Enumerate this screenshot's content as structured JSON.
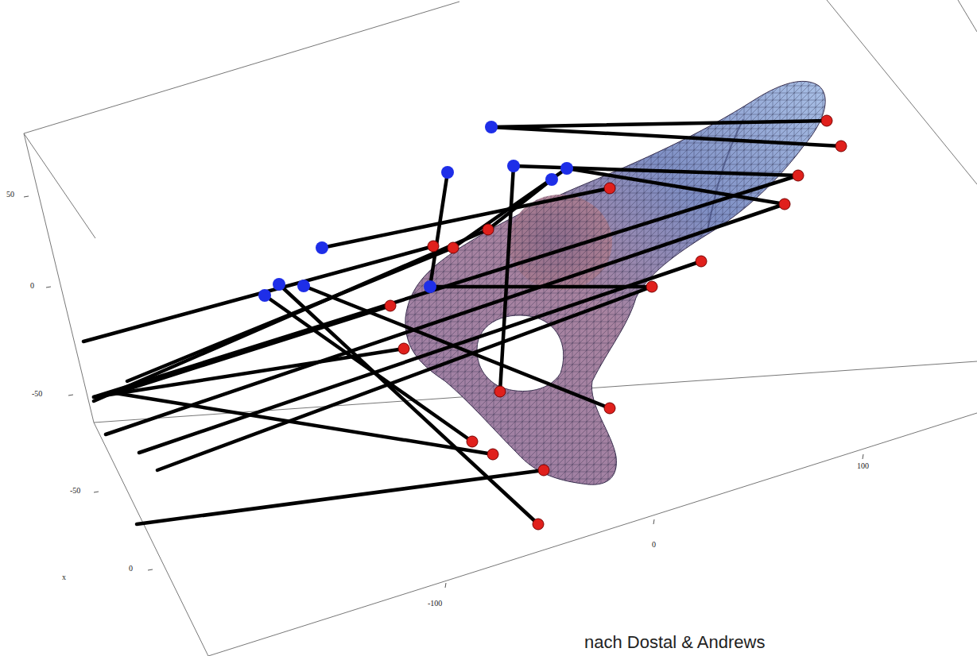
{
  "diagram": {
    "caption": "nach Dostal & Andrews",
    "labels": [
      "50",
      "0",
      "-50",
      "-50",
      "0",
      "x",
      "-100",
      "0",
      "100"
    ]
  }
}
